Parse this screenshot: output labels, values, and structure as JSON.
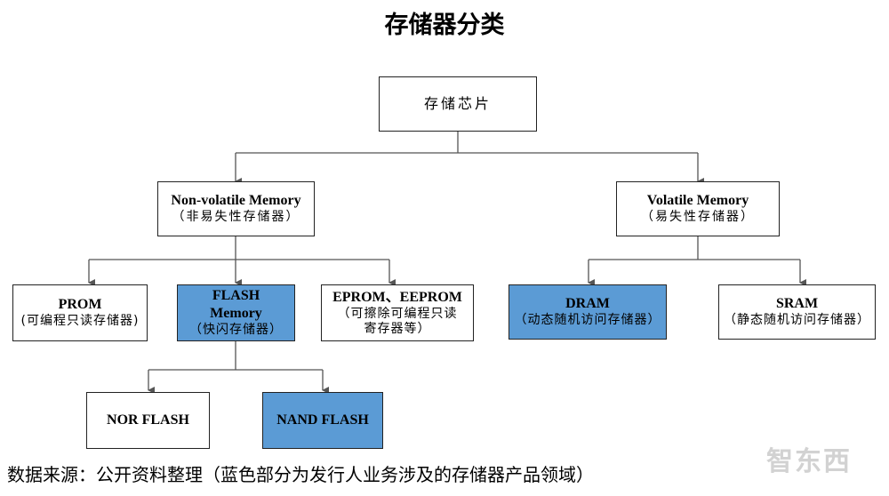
{
  "title": "存储器分类",
  "root": {
    "label": "存储芯片"
  },
  "nonvolatile": {
    "en": "Non-volatile Memory",
    "zh": "（非易失性存储器）"
  },
  "volatile": {
    "en": "Volatile Memory",
    "zh": "（易失性存储器）"
  },
  "prom": {
    "en": "PROM",
    "zh": "(可编程只读存储器)"
  },
  "flash": {
    "en1": "FLASH",
    "en2": "Memory",
    "zh": "（快闪存储器）"
  },
  "eprom": {
    "en": "EPROM、EEPROM",
    "zh1": "（可擦除可编程只读",
    "zh2": "寄存器等）"
  },
  "dram": {
    "en": "DRAM",
    "zh": "（动态随机访问存储器）"
  },
  "sram": {
    "en": "SRAM",
    "zh": "（静态随机访问存储器）"
  },
  "norflash": {
    "label": "NOR FLASH"
  },
  "nandflash": {
    "label": "NAND FLASH"
  },
  "source": "数据来源：公开资料整理（蓝色部分为发行人业务涉及的存储器产品领域）",
  "watermark": "智东西",
  "colors": {
    "highlight": "#5b9bd5",
    "border": "#222222",
    "line": "#555555"
  }
}
